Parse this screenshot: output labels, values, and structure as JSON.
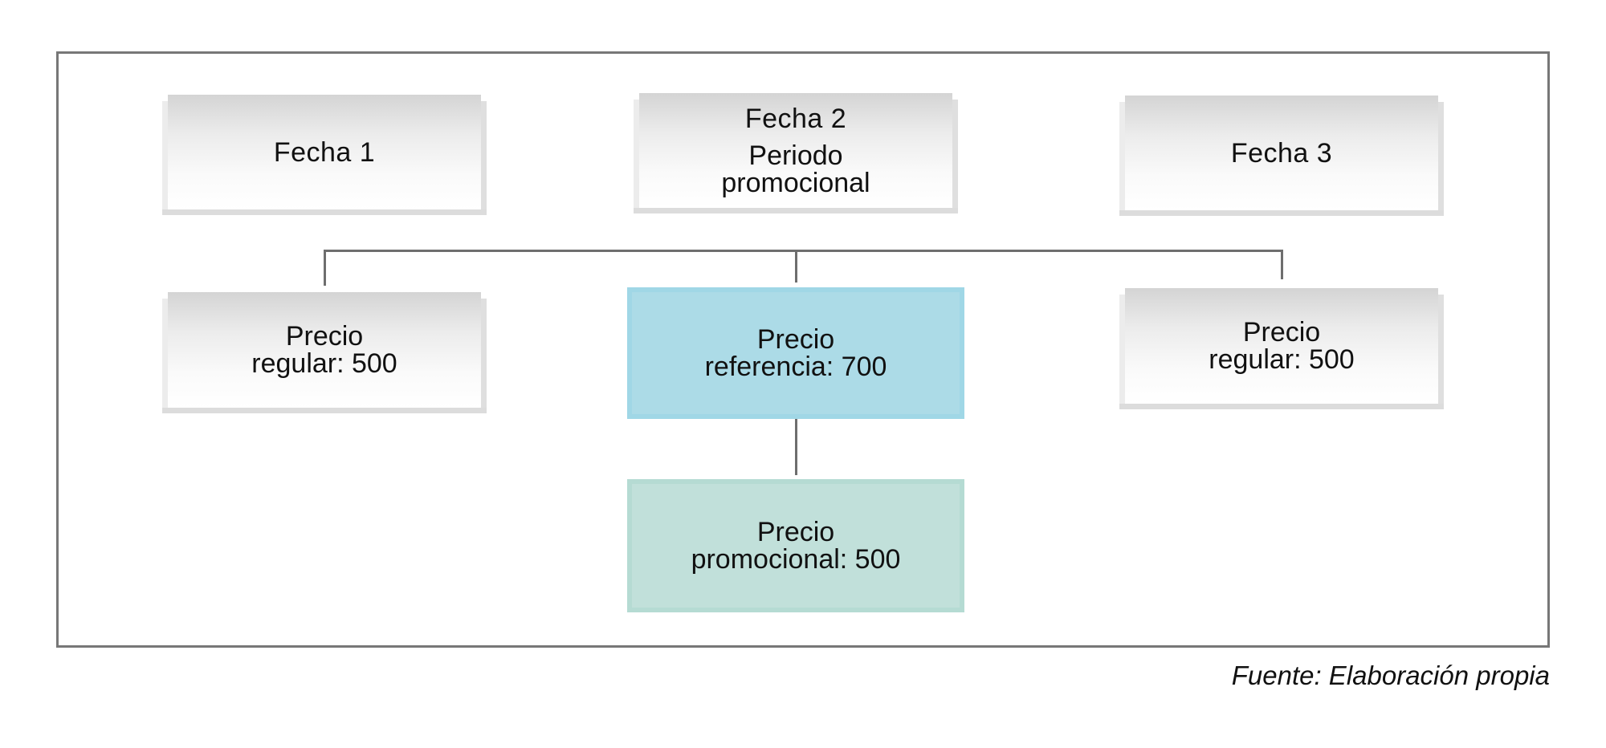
{
  "dates": [
    {
      "label": "Fecha 1"
    },
    {
      "label": "Fecha 2",
      "sublabel_line1": "Periodo",
      "sublabel_line2": "promocional"
    },
    {
      "label": "Fecha 3"
    }
  ],
  "prices": {
    "left": {
      "line1": "Precio",
      "line2": "regular: 500"
    },
    "center": {
      "line1": "Precio",
      "line2": "referencia: 700"
    },
    "right": {
      "line1": "Precio",
      "line2": "regular: 500"
    },
    "promo": {
      "line1": "Precio",
      "line2": "promocional: 500"
    }
  },
  "colors": {
    "reference_box": "#acdbe7",
    "promo_box": "#c1e0da",
    "connector": "#6e6e6e"
  },
  "source": "Fuente: Elaboración propia"
}
